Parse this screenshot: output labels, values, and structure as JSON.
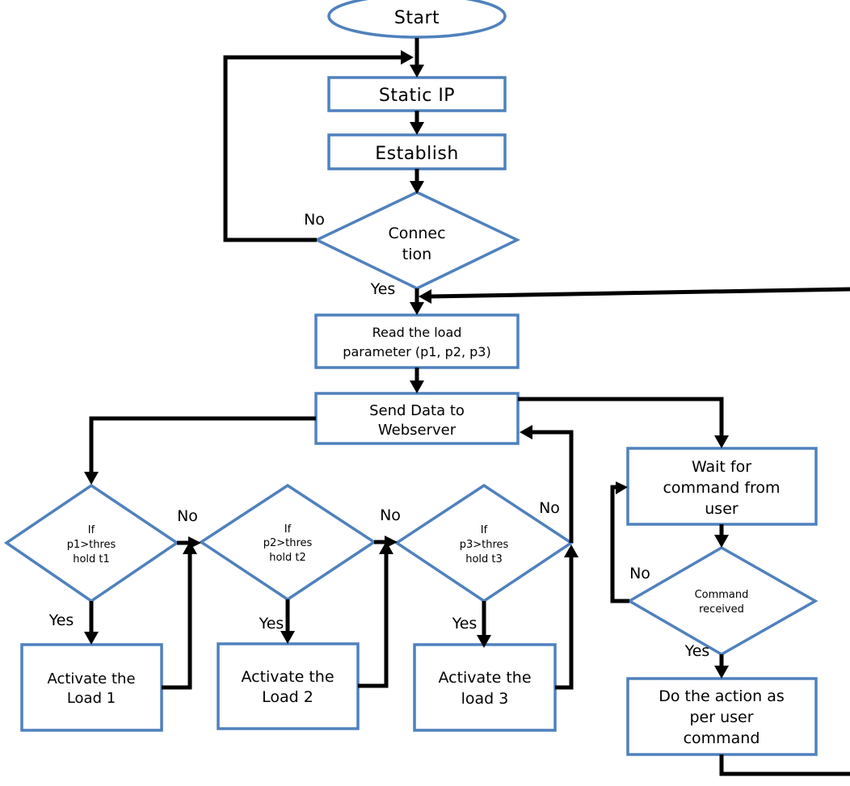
{
  "nodes": {
    "start": "Start",
    "static_ip": "Static IP",
    "establish": "Establish",
    "connection": [
      "Connec",
      "tion"
    ],
    "read_load": [
      "Read the load",
      "parameter (p1, p2, p3)"
    ],
    "send_data": [
      "Send Data to",
      "Webserver"
    ],
    "if_p1": [
      "If",
      "p1>thres",
      "hold t1"
    ],
    "if_p2": [
      "If",
      "p2>thres",
      "hold t2"
    ],
    "if_p3": [
      "If",
      "p3>thres",
      "hold t3"
    ],
    "activate_1": [
      "Activate the",
      "Load 1"
    ],
    "activate_2": [
      "Activate the",
      "Load 2"
    ],
    "activate_3": [
      "Activate the",
      "load 3"
    ],
    "wait_cmd": [
      "Wait for",
      "command from",
      "user"
    ],
    "cmd_received": [
      "Command",
      "received"
    ],
    "do_action": [
      "Do the action as",
      "per user",
      "command"
    ]
  },
  "edge_labels": {
    "connection_no": "No",
    "connection_yes": "Yes",
    "p1_no": "No",
    "p1_yes": "Yes",
    "p2_no": "No",
    "p2_yes": "Yes",
    "p3_no": "No",
    "p3_yes": "Yes",
    "cmd_no": "No",
    "cmd_yes": "Yes"
  },
  "colors": {
    "node_border": "#4f81bd",
    "connector": "#000000"
  }
}
